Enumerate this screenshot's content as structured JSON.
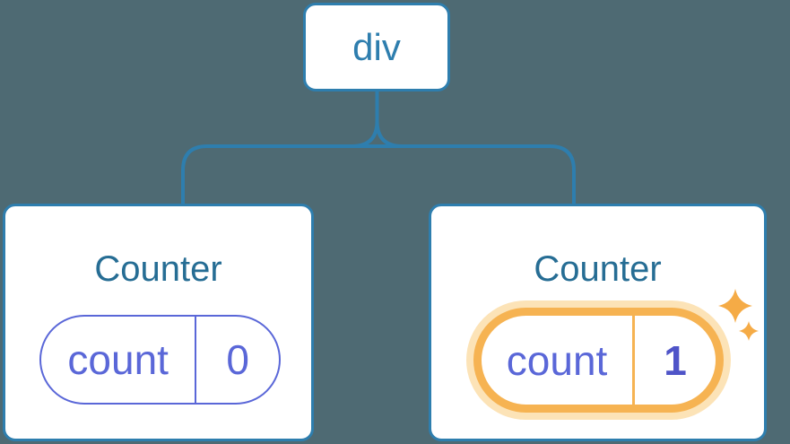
{
  "tree": {
    "root": {
      "label": "div"
    },
    "children": [
      {
        "title": "Counter",
        "state": {
          "name": "count",
          "value": "0"
        },
        "highlighted": false
      },
      {
        "title": "Counter",
        "state": {
          "name": "count",
          "value": "1"
        },
        "highlighted": true,
        "badge_icon": "sparkles"
      }
    ]
  },
  "colors": {
    "background": "#4e6a73",
    "node_border_blue": "#2e7eae",
    "root_label_blue": "#2e7eae",
    "title_blue": "#266d94",
    "state_purple": "#5a67d8",
    "updated_value_purple": "#4f54c8",
    "highlight_orange": "#f6b352",
    "highlight_glow": "#fce3b7",
    "sparkle_orange": "#f5ab46"
  }
}
